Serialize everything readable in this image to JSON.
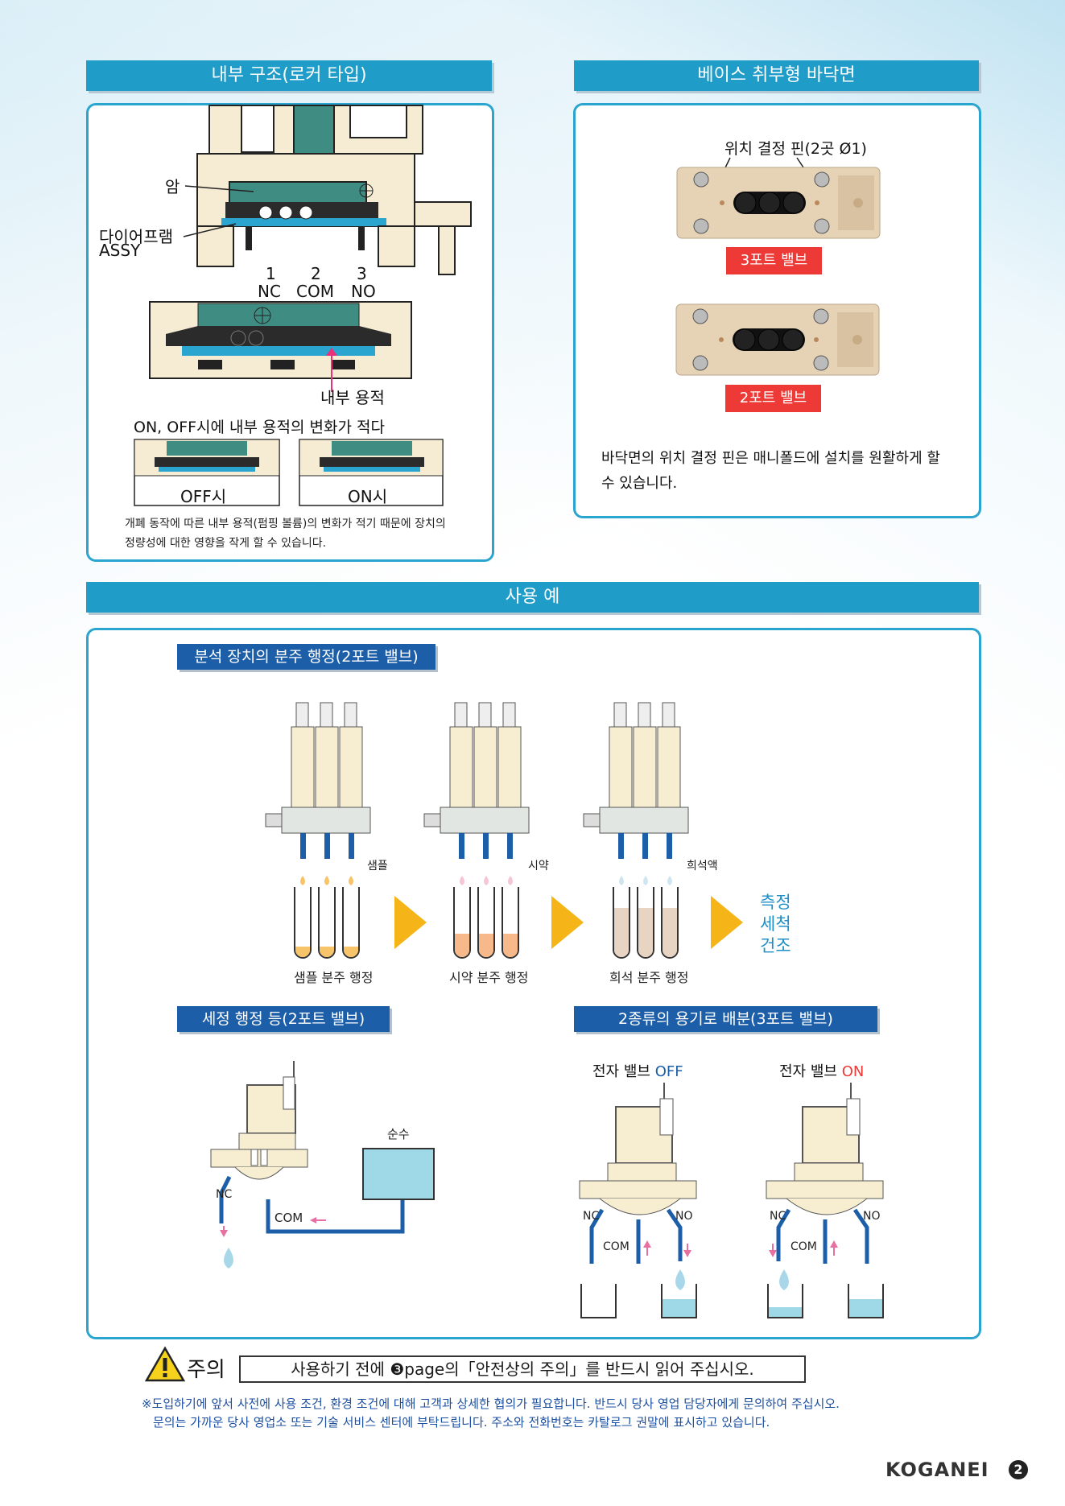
{
  "sections": {
    "internal_structure": {
      "title": "내부 구조(로커 타입)",
      "label_arm": "암",
      "label_diaphragm_1": "다이어프램",
      "label_diaphragm_2": "ASSY",
      "port_numbers": [
        "1",
        "2",
        "3"
      ],
      "port_names": [
        "NC",
        "COM",
        "NO"
      ],
      "label_internal_volume": "내부 용적",
      "label_change": "ON, OFF시에 내부 용적의 변화가 적다",
      "label_off": "OFF시",
      "label_on": "ON시",
      "desc_line1": "개폐 동작에 따른 내부 용적(펌핑 볼륨)의 변화가 적기 때문에 장치의",
      "desc_line2": "정량성에 대한 영향을 작게 할 수 있습니다."
    },
    "base_bottom": {
      "title": "베이스 취부형 바닥면",
      "label_pin": "위치 결정 핀(2곳 Ø1)",
      "tag_3port": "3포트 밸브",
      "tag_2port": "2포트 밸브",
      "desc_line1": "바닥면의 위치 결정 핀은 매니폴드에 설치를 원활하게 할",
      "desc_line2": "수 있습니다."
    },
    "usage": {
      "title": "사용 예",
      "dispense": {
        "title": "분석 장치의 분주 행정(2포트 밸브)",
        "liquid_labels": [
          "샘플",
          "시약",
          "희석액"
        ],
        "step_labels": [
          "샘플 분주 행정",
          "시약 분주 행정",
          "희석 분주 행정"
        ],
        "result_lines": [
          "측정",
          "세척",
          "건조"
        ]
      },
      "cleaning": {
        "title": "세정 행정 등(2포트 밸브)",
        "label_pure_water": "순수",
        "label_nc": "NC",
        "label_com": "COM"
      },
      "distribution": {
        "title": "2종류의 용기로 배분(3포트 밸브)",
        "label_valve": "전자 밸브",
        "state_off": "OFF",
        "state_on": "ON",
        "label_nc": "NC",
        "label_no": "NO",
        "label_com": "COM"
      }
    }
  },
  "caution": {
    "title": "주의",
    "message": "사용하기 전에 ❸page의「안전상의 주의」를 반드시 읽어 주십시오.",
    "note_line1": "※도입하기에 앞서 사전에 사용 조건, 환경 조건에 대해 고객과 상세한 협의가 필요합니다. 반드시 당사 영업 담당자에게 문의하여 주십시오.",
    "note_line2": "문의는 가까운 당사 영업소 또는 기술 서비스 센터에 부탁드립니다. 주소와 전화번호는 카탈로그 권말에 표시하고 있습니다."
  },
  "footer": {
    "brand": "KOGANEI",
    "page_number": "2"
  },
  "colors": {
    "header_bar": "#1f9cc8",
    "sub_bar": "#1d5ea8",
    "panel_border": "#2aa5d0",
    "red_tag": "#ee3a36",
    "arrow": "#f5b418",
    "result_text": "#1f8fc8",
    "state_off": "#1d5ea8",
    "state_on": "#ee3a36"
  }
}
